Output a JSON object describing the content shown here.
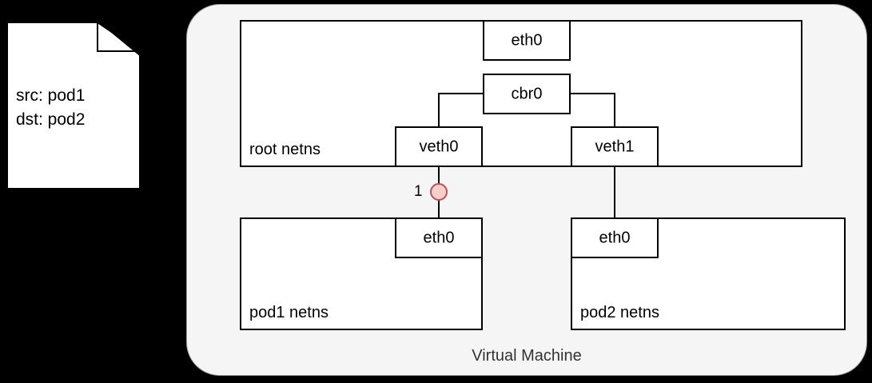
{
  "note": {
    "name": "packet-note",
    "lines": "src: pod1\ndst: pod2",
    "src_label": "src: pod1",
    "dst_label": "dst: pod2"
  },
  "vm": {
    "label": "Virtual Machine",
    "fill": "#f5f5f5",
    "border": "#9b9b9b"
  },
  "namespaces": {
    "root": {
      "label": "root netns"
    },
    "pod1": {
      "label": "pod1 netns"
    },
    "pod2": {
      "label": "pod2 netns"
    }
  },
  "nodes": {
    "root_eth0": {
      "label": "eth0"
    },
    "cbr0": {
      "label": "cbr0"
    },
    "veth0": {
      "label": "veth0"
    },
    "veth1": {
      "label": "veth1"
    },
    "pod1_eth0": {
      "label": "eth0"
    },
    "pod2_eth0": {
      "label": "eth0"
    }
  },
  "marker": {
    "label": "1",
    "fill": "#f8cecc",
    "stroke": "#b85450"
  },
  "colors": {
    "background": "#000000",
    "box_fill": "#ffffff",
    "box_stroke": "#000000",
    "text": "#000000"
  }
}
